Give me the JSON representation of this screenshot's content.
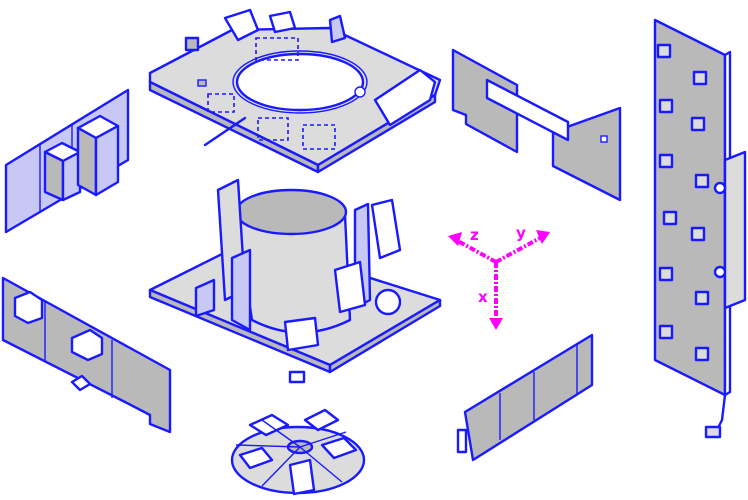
{
  "figure": {
    "type": "exploded-isometric-diagram",
    "stroke_color": "#1a1aff",
    "panel_fill": "#b9b9b9",
    "light_fill": "#dcdcdc",
    "accent_fill": "#c7c9f4",
    "axis_color": "#ff00ff"
  },
  "axes": {
    "z_label": "z",
    "y_label": "y",
    "x_label": "x"
  },
  "components": [
    {
      "name": "top-deck-plate"
    },
    {
      "name": "central-cylinder-module"
    },
    {
      "name": "left-upper-panel"
    },
    {
      "name": "left-lower-panel"
    },
    {
      "name": "right-upper-panel"
    },
    {
      "name": "right-lower-panel"
    },
    {
      "name": "tall-right-panel"
    },
    {
      "name": "bottom-disc-assembly"
    }
  ]
}
